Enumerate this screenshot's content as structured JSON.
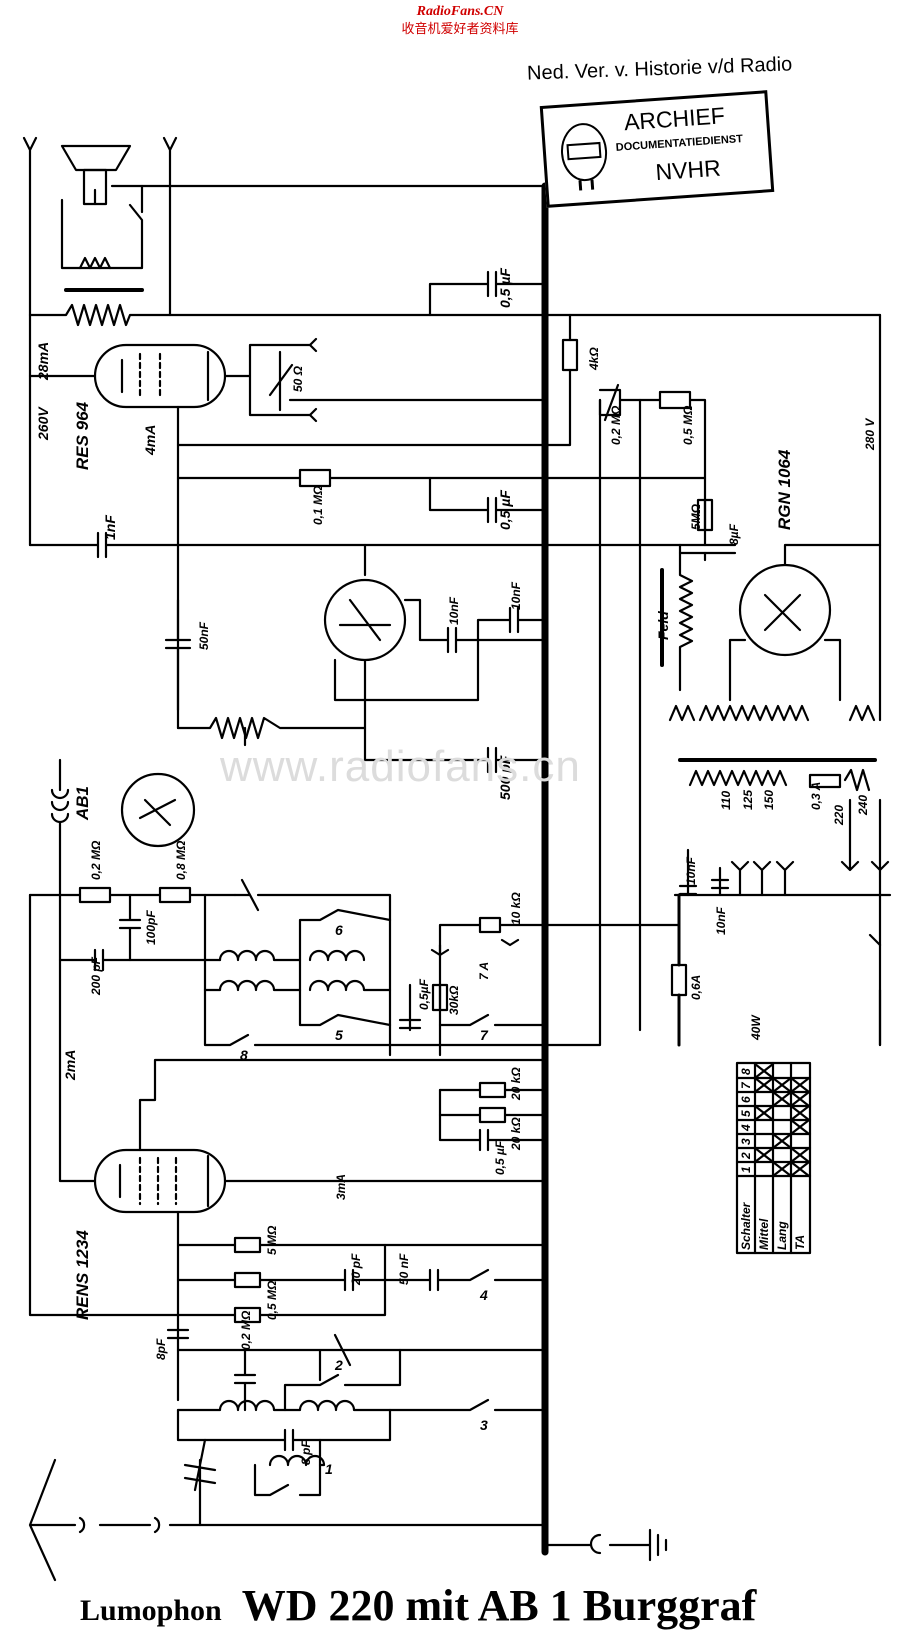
{
  "site": {
    "title": "RadioFans.CN",
    "subtitle": "收音机爱好者资料库"
  },
  "watermark": "www.radiofans.cn",
  "archive": {
    "header": "Ned. Ver. v. Historie v/d Radio",
    "stamp_line1": "ARCHIEF",
    "stamp_line2": "DOCUMENTATIEDIENST",
    "stamp_line3": "NVHR"
  },
  "title": {
    "brand": "Lumophon",
    "model": "WD 220 mit AB 1 Burggraf"
  },
  "tubes": {
    "output": "RES 964",
    "rectifier": "RGN 1064",
    "rf": "RENS 1234",
    "ab": "AB1"
  },
  "labels": {
    "c05uf_top": "0,5 µF",
    "r4k": "4kΩ",
    "i28ma": "28mA",
    "v260": "260V",
    "r50": "50 Ω",
    "i4ma": "4mA",
    "p02": "0,2 MΩ",
    "r05m": "0,5 MΩ",
    "v280": "280 V",
    "r01m": "0,1 MΩ",
    "c05uf_mid": "0,5 µF",
    "r5m_top": "5MΩ",
    "c8uf": "8µF",
    "c1nf": "1nF",
    "feld": "Feld",
    "c10nf_a": "10nF",
    "c10nf_b": "10nF",
    "c50nf": "50nF",
    "c500pf": "500 pF",
    "t110": "110",
    "t125": "125",
    "t150": "150",
    "t220": "220",
    "t240": "240",
    "f03a": "0,3 A",
    "r02m_l": "0,2 MΩ",
    "r08m": "0,8 MΩ",
    "c100pf": "100pF",
    "c10nf_c": "10nF",
    "c10nf_d": "10nF",
    "r10k": "10 kΩ",
    "c200pf": "200 pF",
    "c05uf_sw": "0,5µF",
    "r30k": "30kΩ",
    "ta7": "7 A",
    "f06a": "0,6A",
    "p40w": "40W",
    "i2ma": "2mA",
    "r20k_a": "20 kΩ",
    "r20k_b": "20 kΩ",
    "c05uf_b": "0,5 µF",
    "i3ma": "3mA",
    "r5m_b": "5 MΩ",
    "r05m_b": "0,5 MΩ",
    "c20pf": "20 pF",
    "c50nf_b": "50 nF",
    "c8pf": "8pF",
    "r02m_b": "0,2 MΩ",
    "c8pf_b": "8 pF"
  },
  "switches": [
    "1",
    "2",
    "3",
    "4",
    "5",
    "6",
    "7",
    "8"
  ],
  "switch_table": {
    "headers": [
      "Schalter",
      "Mittel",
      "Lang",
      "TA"
    ],
    "columns": [
      "1",
      "2",
      "3",
      "4",
      "5",
      "6",
      "7",
      "8"
    ],
    "marks": [
      [
        0,
        1,
        0,
        0,
        1,
        0,
        1,
        1
      ],
      [
        1,
        0,
        1,
        0,
        0,
        1,
        1,
        0
      ],
      [
        1,
        1,
        0,
        1,
        1,
        1,
        1,
        0
      ]
    ]
  }
}
